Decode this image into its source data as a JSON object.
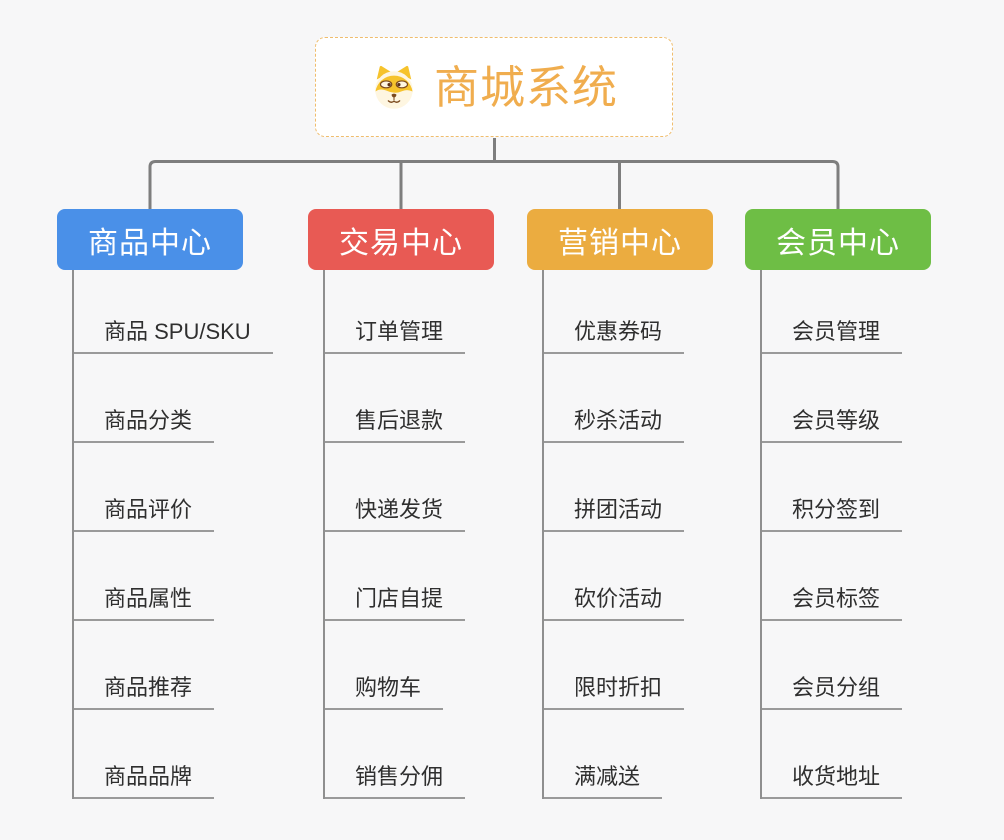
{
  "root": {
    "title": "商城系统",
    "icon": "shiba-dog-icon",
    "title_color": "#F0AD4E",
    "border_color": "#F0BD6D"
  },
  "branches": [
    {
      "label": "商品中心",
      "color": "#4A90E8",
      "items": [
        "商品 SPU/SKU",
        "商品分类",
        "商品评价",
        "商品属性",
        "商品推荐",
        "商品品牌"
      ]
    },
    {
      "label": "交易中心",
      "color": "#E85A54",
      "items": [
        "订单管理",
        "售后退款",
        "快递发货",
        "门店自提",
        "购物车",
        "销售分佣"
      ]
    },
    {
      "label": "营销中心",
      "color": "#EBAC40",
      "items": [
        "优惠券码",
        "秒杀活动",
        "拼团活动",
        "砍价活动",
        "限时折扣",
        "满减送"
      ]
    },
    {
      "label": "会员中心",
      "color": "#6EBE45",
      "items": [
        "会员管理",
        "会员等级",
        "积分签到",
        "会员标签",
        "会员分组",
        "收货地址"
      ]
    }
  ],
  "colors": {
    "connector": "#7E7E7E",
    "leaf_line": "#9A9A9A",
    "leaf_text": "#2F2F2F",
    "background": "#F7F7F8"
  }
}
